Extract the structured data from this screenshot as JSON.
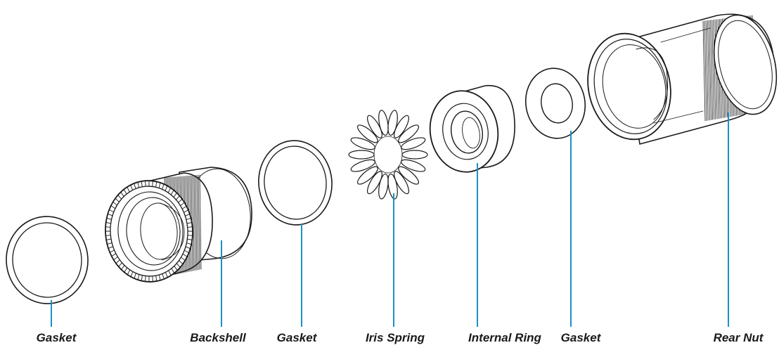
{
  "labels": {
    "gasket_1": "Gasket",
    "backshell": "Backshell",
    "gasket_2": "Gasket",
    "iris_spring": "Iris Spring",
    "internal_ring": "Internal Ring",
    "gasket_3": "Gasket",
    "rear_nut": "Rear Nut"
  },
  "colors": {
    "leader_line": "#1f8fc4",
    "outline": "#1a1a1a",
    "background": "#ffffff"
  }
}
